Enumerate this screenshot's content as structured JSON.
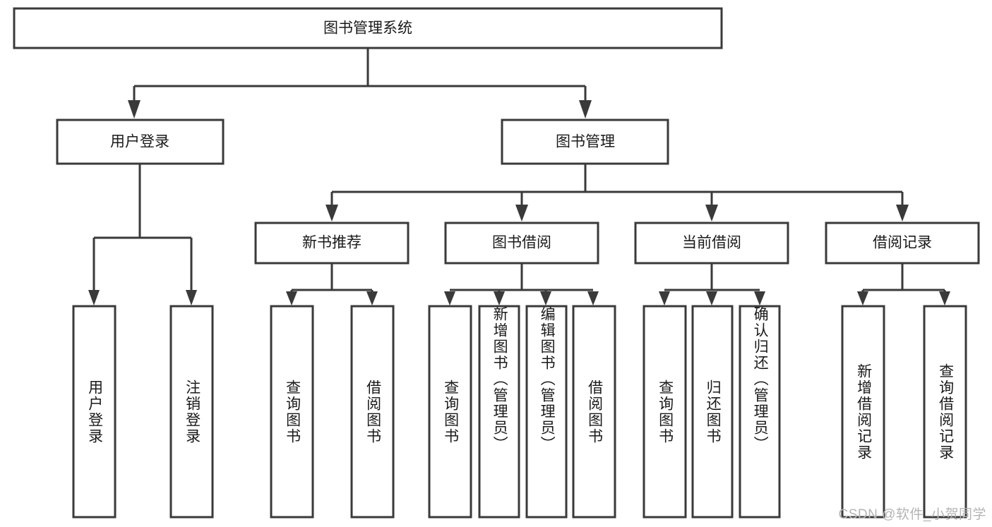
{
  "diagram": {
    "type": "tree-hierarchy-flowchart",
    "root": {
      "id": "root",
      "label": "图书管理系统",
      "orientation": "horizontal"
    },
    "level2": [
      {
        "id": "user-login",
        "label": "用户登录",
        "orientation": "horizontal"
      },
      {
        "id": "book-management",
        "label": "图书管理",
        "orientation": "horizontal"
      }
    ],
    "level3": [
      {
        "id": "new-book-recommend",
        "label": "新书推荐",
        "parent": "book-management",
        "orientation": "horizontal"
      },
      {
        "id": "book-borrow",
        "label": "图书借阅",
        "parent": "book-management",
        "orientation": "horizontal"
      },
      {
        "id": "current-borrow",
        "label": "当前借阅",
        "parent": "book-management",
        "orientation": "horizontal"
      },
      {
        "id": "borrow-record",
        "label": "借阅记录",
        "parent": "book-management",
        "orientation": "horizontal"
      }
    ],
    "leaves": [
      {
        "id": "leaf-user-login",
        "label": "用户登录",
        "parent": "user-login",
        "orientation": "vertical"
      },
      {
        "id": "leaf-user-logout",
        "label": "注销登录",
        "parent": "user-login",
        "orientation": "vertical"
      },
      {
        "id": "leaf-query-book-1",
        "label": "查询图书",
        "parent": "new-book-recommend",
        "orientation": "vertical"
      },
      {
        "id": "leaf-borrow-book-1",
        "label": "借阅图书",
        "parent": "new-book-recommend",
        "orientation": "vertical"
      },
      {
        "id": "leaf-query-book-2",
        "label": "查询图书",
        "parent": "book-borrow",
        "orientation": "vertical"
      },
      {
        "id": "leaf-add-book",
        "label": "新增图书（管理员）",
        "parent": "book-borrow",
        "orientation": "vertical"
      },
      {
        "id": "leaf-edit-book",
        "label": "编辑图书（管理员）",
        "parent": "book-borrow",
        "orientation": "vertical"
      },
      {
        "id": "leaf-borrow-book-2",
        "label": "借阅图书",
        "parent": "book-borrow",
        "orientation": "vertical"
      },
      {
        "id": "leaf-query-book-3",
        "label": "查询图书",
        "parent": "current-borrow",
        "orientation": "vertical"
      },
      {
        "id": "leaf-return-book",
        "label": "归还图书",
        "parent": "current-borrow",
        "orientation": "vertical"
      },
      {
        "id": "leaf-confirm-return",
        "label": "确认归还（管理员）",
        "parent": "current-borrow",
        "orientation": "vertical"
      },
      {
        "id": "leaf-add-record",
        "label": "新增借阅记录",
        "parent": "borrow-record",
        "orientation": "vertical"
      },
      {
        "id": "leaf-query-record",
        "label": "查询借阅记录",
        "parent": "borrow-record",
        "orientation": "vertical"
      }
    ]
  },
  "watermark": {
    "text": "CSDN @软件_小贺同学"
  },
  "colors": {
    "stroke": "#3a3a3a",
    "fill": "#ffffff",
    "text": "#1a1a1a",
    "watermark": "#b4b4b4",
    "background": "#ffffff"
  }
}
